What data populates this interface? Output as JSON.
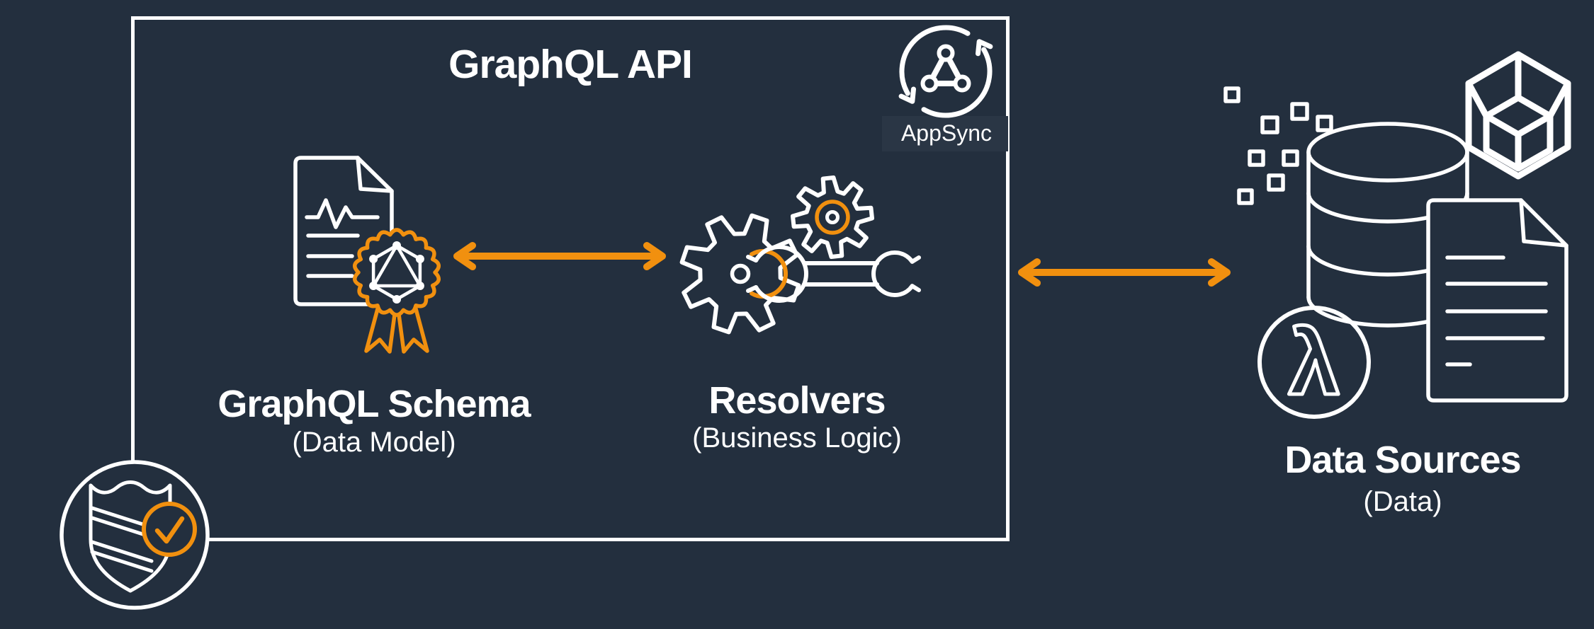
{
  "colors": {
    "bg": "#232F3E",
    "line": "#FFFFFF",
    "orange": "#F1900F",
    "gray": "#CDD3DC",
    "plate": "#2A3645"
  },
  "graphql_api_box": {
    "title": "GraphQL API",
    "appsync": {
      "label": "AppSync"
    },
    "schema": {
      "label": "GraphQL Schema",
      "sublabel": "(Data Model)"
    },
    "resolvers": {
      "label": "Resolvers",
      "sublabel": "(Business Logic)"
    }
  },
  "data_sources": {
    "label": "Data Sources",
    "sublabel": "(Data)"
  }
}
